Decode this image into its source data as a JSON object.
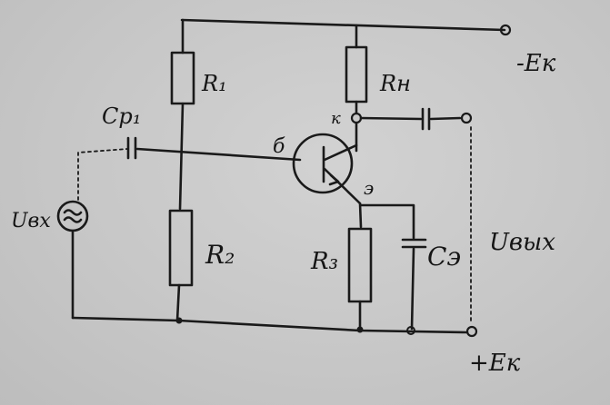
{
  "labels": {
    "r1": "R₁",
    "rn": "Rн",
    "r2": "R₂",
    "r3": "R₃",
    "cp1": "Cр₁",
    "ce": "Cэ",
    "uin": "Uвх",
    "uout": "Uвых",
    "supply_neg": "-Eк",
    "supply_pos": "+Eк",
    "collector": "к",
    "base": "б",
    "emitter": "э"
  },
  "colors": {
    "ink": "#1a1a1a",
    "paper": "#c9c9c9"
  },
  "icons": {
    "source": "ac-source-icon",
    "transistor": "pnp-transistor-icon"
  }
}
